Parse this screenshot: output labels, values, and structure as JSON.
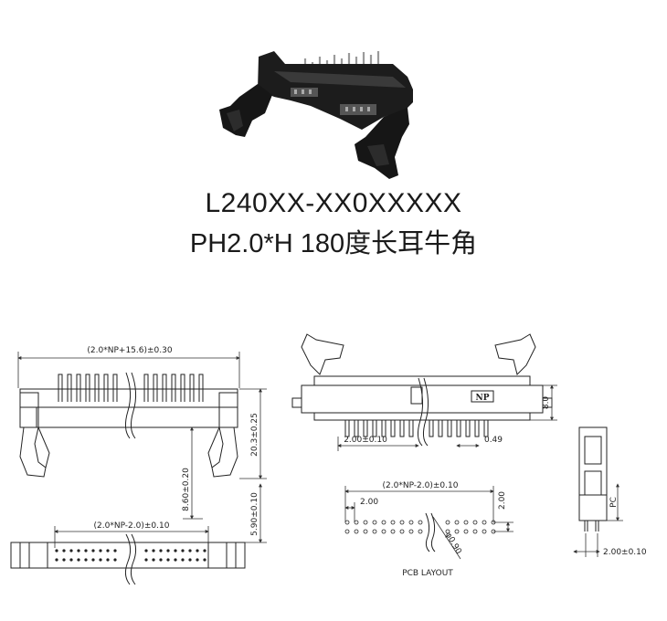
{
  "title": {
    "line1": "L240XX-XX0XXXXX",
    "line2": "PH2.0*H 180度长耳牛角"
  },
  "dimensions": {
    "overall_width": "(2.0*NP+15.6)±0.30",
    "height_total": "20.3±0.25",
    "height_mid": "8.60±0.20",
    "base_height": "5.90±0.10",
    "bottom_pitch_span": "(2.0*NP-2.0)±0.10",
    "side_pitch": "2.00±0.10",
    "pin_width": "0.49",
    "side_height": "8.0",
    "np_mark": "NP",
    "pcb_span": "(2.0*NP-2.0)±0.10",
    "pcb_pitch": "2.00",
    "pcb_row_spacing": "2.00",
    "hole_dia": "φ0.90",
    "pcb_label": "PCB LAYOUT",
    "end_pc": "PC",
    "end_pitch": "2.00±0.10"
  }
}
